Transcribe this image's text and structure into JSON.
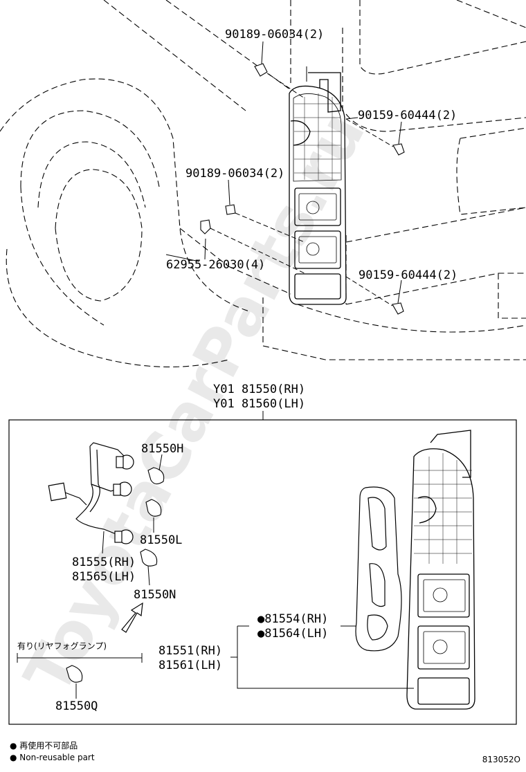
{
  "watermark": "ToyotaCarParts.ru",
  "part_labels": {
    "clip_top": "90189-06034(2)",
    "screw_top": "90159-60444(2)",
    "clip_mid": "90189-06034(2)",
    "retainer": "62955-26030(4)",
    "screw_bottom": "90159-60444(2)",
    "assy_rh": "Y01 81550(RH)",
    "assy_lh": "Y01 81560(LH)",
    "bulb_h": "81550H",
    "bulb_l": "81550L",
    "socket_rh": "81555(RH)",
    "socket_lh": "81565(LH)",
    "bulb_n": "81550N",
    "gasket_rh": "●81554(RH)",
    "gasket_lh": "●81564(LH)",
    "lens_rh": "81551(RH)",
    "lens_lh": "81561(LH)",
    "bulb_q": "81550Q"
  },
  "option_note": "有り(リヤフォグランプ)",
  "legend": {
    "line1": "● 再使用不可部品",
    "line2": "● Non-reusable part"
  },
  "figure_number": "813052O"
}
